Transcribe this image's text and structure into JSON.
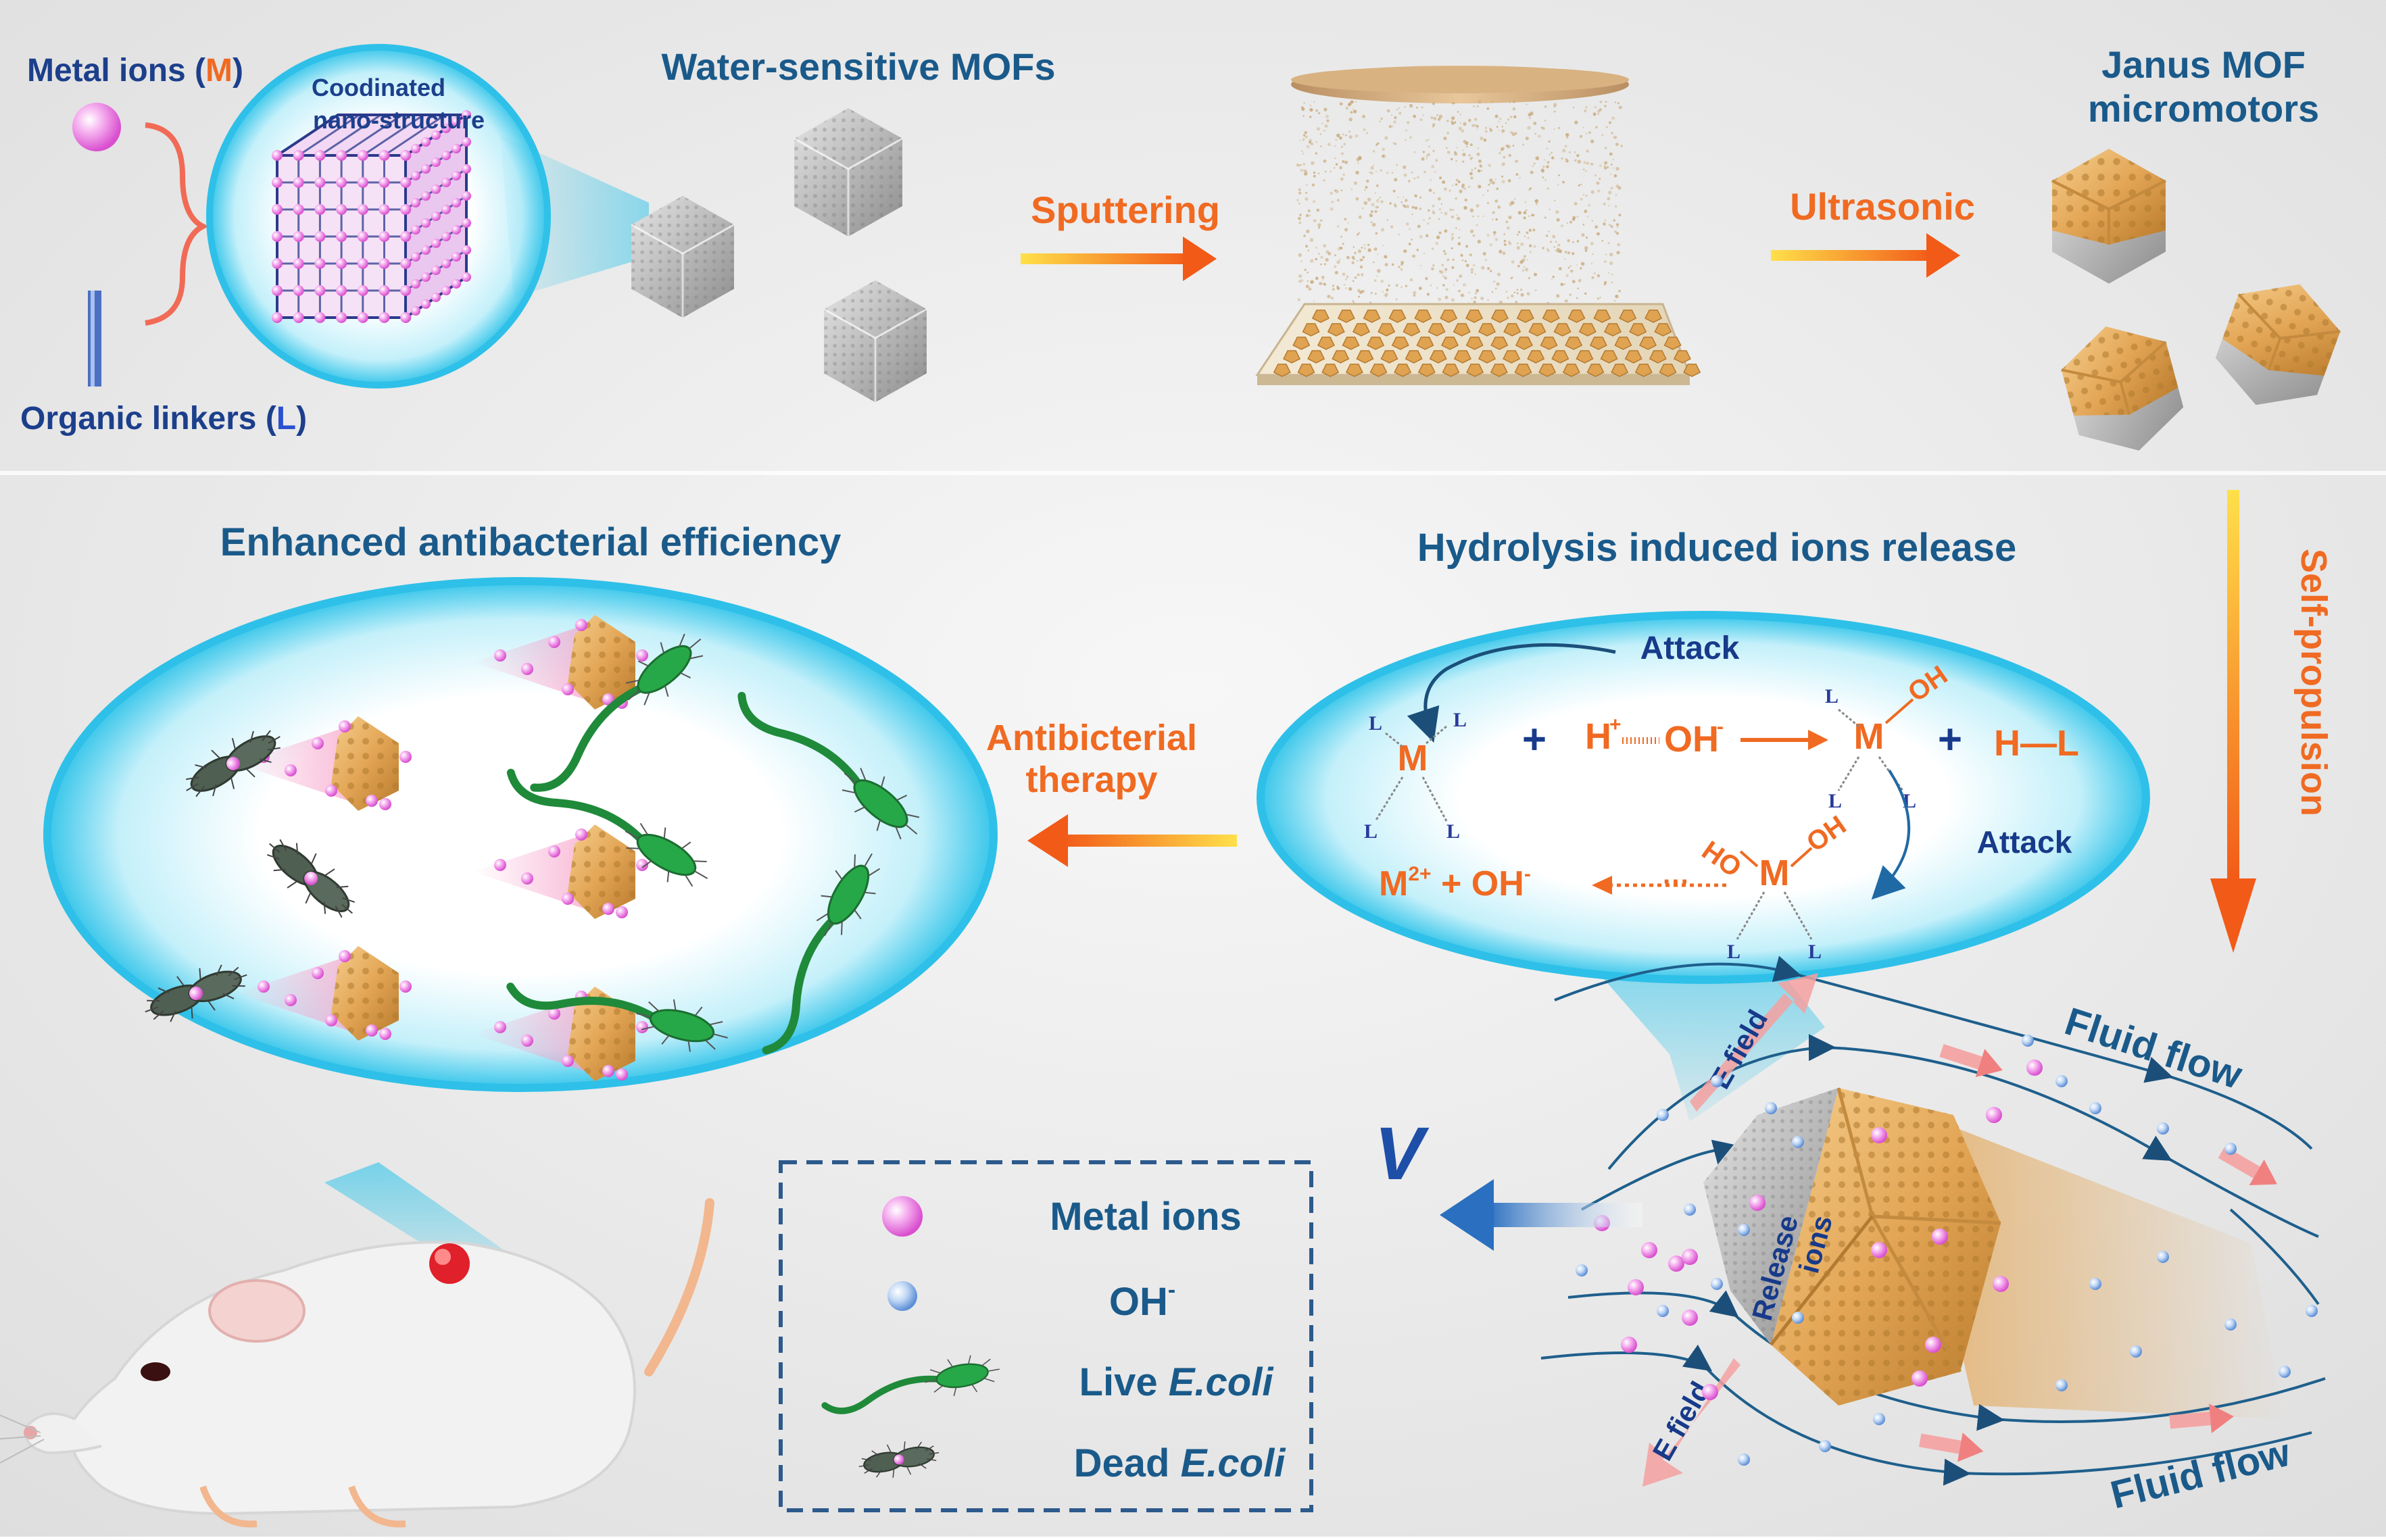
{
  "top": {
    "metal_ions_prefix": "Metal ions (",
    "metal_ions_symbol": "M",
    "metal_ions_suffix": ")",
    "coord_line1": "Coodinated",
    "coord_line2": "nano-structure",
    "linkers_prefix": "Organic linkers (",
    "linkers_symbol": "L",
    "linkers_suffix": ")",
    "water_mofs": "Water-sensitive MOFs",
    "sputtering": "Sputtering",
    "ultrasonic": "Ultrasonic",
    "janus_line1": "Janus MOF",
    "janus_line2": "micromotors"
  },
  "middle": {
    "self_propulsion": "Self-propulsion",
    "antibacterial_title": "Enhanced antibacterial efficiency",
    "hydrolysis_title": "Hydrolysis induced  ions release",
    "therapy_line1": "Antibicterial",
    "therapy_line2": "therapy"
  },
  "chem": {
    "attack1": "Attack",
    "attack2": "Attack",
    "M": "M",
    "L": "L",
    "plus": "+",
    "H_sup": "H",
    "plus_sup": "+",
    "OH": "OH",
    "minus_sup": "-",
    "HL": "H—L",
    "HO": "HO",
    "M2": "M",
    "two_plus": "2+",
    "m2_tail": " + OH",
    "dots": "···"
  },
  "motor": {
    "fluid_flow_top": "Fluid flow",
    "fluid_flow_bottom": "Fluid flow",
    "e_field_top": "E field",
    "e_field_bottom": "E field",
    "release_line1": "Release",
    "release_line2": "ions",
    "velocity": "V"
  },
  "legend": {
    "metal_ions": "Metal ions",
    "oh": "OH",
    "oh_sup": "-",
    "live_prefix": "Live ",
    "live_italic": "E.coli",
    "dead_prefix": "Dead ",
    "dead_italic": "E.coli"
  },
  "colors": {
    "accent_orange": "#f06a22",
    "title_blue": "#1a5a8a",
    "cyan_glow": "#38c8ea",
    "navy": "#173a8a",
    "gold": "#e0a050",
    "pink_ion": "#f080e0"
  }
}
